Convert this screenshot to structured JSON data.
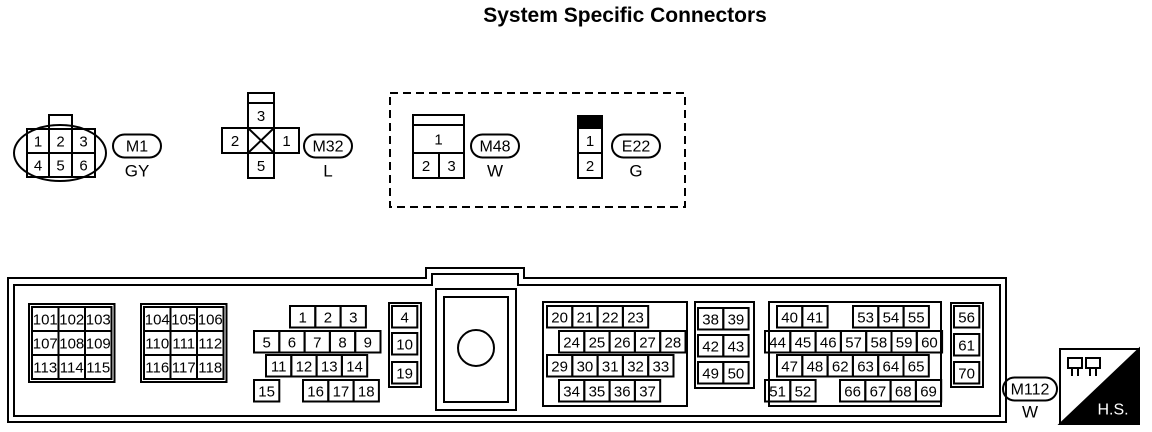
{
  "title": "System Specific Connectors",
  "connectors": [
    {
      "id": "M1",
      "color": "GY",
      "pins": [
        "1",
        "2",
        "3",
        "4",
        "5",
        "6"
      ]
    },
    {
      "id": "M32",
      "color": "L",
      "pins": [
        "1",
        "2",
        "3",
        "5"
      ]
    },
    {
      "id": "M48",
      "color": "W",
      "pins": [
        "1",
        "2",
        "3"
      ]
    },
    {
      "id": "E22",
      "color": "G",
      "pins": [
        "1",
        "2"
      ]
    },
    {
      "id": "M112",
      "color": "W",
      "pins": [
        "1",
        "2",
        "3",
        "4",
        "5",
        "6",
        "7",
        "8",
        "9",
        "10",
        "11",
        "12",
        "13",
        "14",
        "15",
        "16",
        "17",
        "18",
        "19",
        "20",
        "21",
        "22",
        "23",
        "24",
        "25",
        "26",
        "27",
        "28",
        "29",
        "30",
        "31",
        "32",
        "33",
        "34",
        "35",
        "36",
        "37",
        "38",
        "39",
        "40",
        "41",
        "42",
        "43",
        "44",
        "45",
        "46",
        "47",
        "48",
        "49",
        "50",
        "51",
        "52",
        "53",
        "54",
        "55",
        "56",
        "57",
        "58",
        "59",
        "60",
        "61",
        "62",
        "63",
        "64",
        "65",
        "66",
        "67",
        "68",
        "69",
        "70",
        "101",
        "102",
        "103",
        "104",
        "105",
        "106",
        "107",
        "108",
        "109",
        "110",
        "111",
        "112",
        "113",
        "114",
        "115",
        "116",
        "117",
        "118"
      ]
    }
  ],
  "hs_label": "H.S."
}
